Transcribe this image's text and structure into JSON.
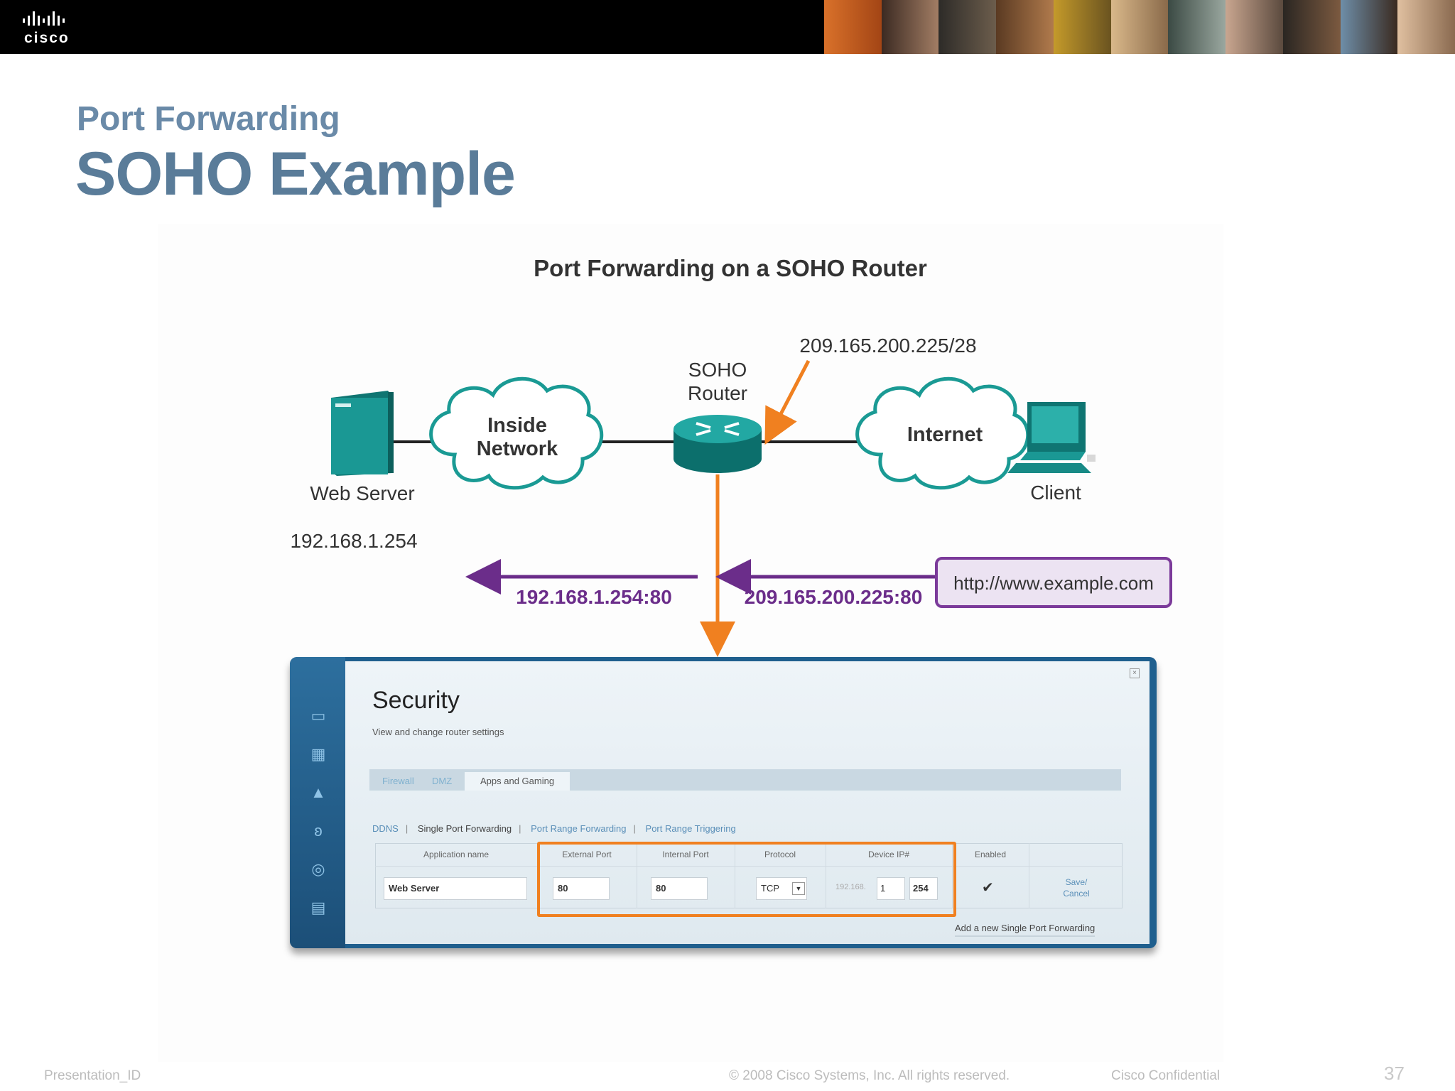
{
  "header": {
    "brand": "cisco"
  },
  "slide": {
    "subtitle": "Port Forwarding",
    "title": "SOHO Example"
  },
  "diagram": {
    "title": "Port Forwarding on a SOHO Router",
    "web_server_label": "Web Server",
    "web_server_ip": "192.168.1.254",
    "inside_network_line1": "Inside",
    "inside_network_line2": "Network",
    "router_line1": "SOHO",
    "router_line2": "Router",
    "router_public_ip": "209.165.200.225/28",
    "internet_label": "Internet",
    "client_label": "Client",
    "inner_dest": "192.168.1.254:80",
    "outer_dest": "209.165.200.225:80",
    "url": "http://www.example.com",
    "colors": {
      "teal": "#1a8c8a",
      "orange": "#f08020",
      "purple": "#6b2d8a"
    }
  },
  "router_ui": {
    "title": "Security",
    "subtitle": "View and change router settings",
    "tabs": [
      "Firewall",
      "DMZ",
      "Apps and Gaming"
    ],
    "sublinks": [
      "DDNS",
      "Single Port Forwarding",
      "Port Range Forwarding",
      "Port Range Triggering"
    ],
    "columns": [
      "Application name",
      "External Port",
      "Internal Port",
      "Protocol",
      "Device IP#",
      "Enabled"
    ],
    "row": {
      "app_name": "Web Server",
      "external_port": "80",
      "internal_port": "80",
      "protocol": "TCP",
      "ip_prefix": "192.168.",
      "ip_third": "1",
      "ip_last": "254",
      "enabled": "✔",
      "action_save": "Save/",
      "action_cancel": "Cancel"
    },
    "add_link": "Add a new Single Port Forwarding",
    "side_icons": [
      "router-icon",
      "network-icon",
      "warning-icon",
      "wireless-icon",
      "globe-icon",
      "media-icon"
    ]
  },
  "footer": {
    "left": "Presentation_ID",
    "center": "© 2008 Cisco Systems, Inc. All rights reserved.",
    "right": "Cisco Confidential",
    "page": "37"
  }
}
